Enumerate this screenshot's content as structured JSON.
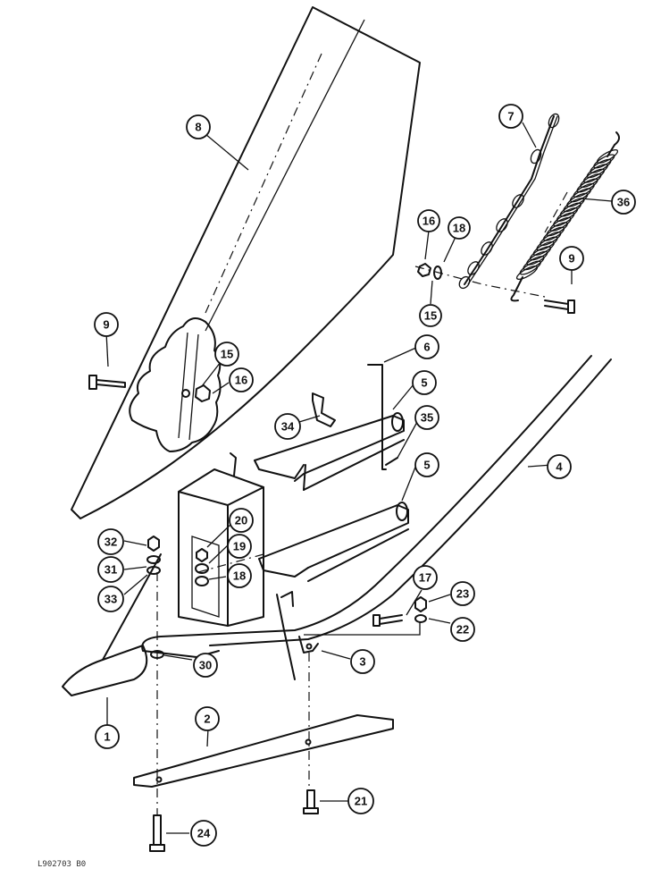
{
  "figure": {
    "code": "L902703 B0",
    "callouts": [
      {
        "id": "c8",
        "label": "8"
      },
      {
        "id": "c7",
        "label": "7"
      },
      {
        "id": "c36",
        "label": "36"
      },
      {
        "id": "c16a",
        "label": "16"
      },
      {
        "id": "c18a",
        "label": "18"
      },
      {
        "id": "c15a",
        "label": "15"
      },
      {
        "id": "c9a",
        "label": "9"
      },
      {
        "id": "c9b",
        "label": "9"
      },
      {
        "id": "c15b",
        "label": "15"
      },
      {
        "id": "c16b",
        "label": "16"
      },
      {
        "id": "c6",
        "label": "6"
      },
      {
        "id": "c5a",
        "label": "5"
      },
      {
        "id": "c34",
        "label": "34"
      },
      {
        "id": "c35",
        "label": "35"
      },
      {
        "id": "c4",
        "label": "4"
      },
      {
        "id": "c5b",
        "label": "5"
      },
      {
        "id": "c20",
        "label": "20"
      },
      {
        "id": "c19",
        "label": "19"
      },
      {
        "id": "c18b",
        "label": "18"
      },
      {
        "id": "c32",
        "label": "32"
      },
      {
        "id": "c31",
        "label": "31"
      },
      {
        "id": "c33",
        "label": "33"
      },
      {
        "id": "c17",
        "label": "17"
      },
      {
        "id": "c23",
        "label": "23"
      },
      {
        "id": "c22",
        "label": "22"
      },
      {
        "id": "c3",
        "label": "3"
      },
      {
        "id": "c30",
        "label": "30"
      },
      {
        "id": "c1",
        "label": "1"
      },
      {
        "id": "c2",
        "label": "2"
      },
      {
        "id": "c21",
        "label": "21"
      },
      {
        "id": "c24",
        "label": "24"
      }
    ]
  }
}
